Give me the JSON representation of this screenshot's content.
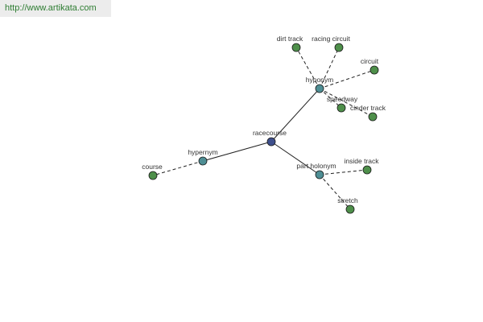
{
  "watermark": "http://www.artikata.com",
  "colors": {
    "center": "#3e4f8c",
    "relation": "#4e8e94",
    "leaf": "#4e8f4a"
  },
  "graph": {
    "center": {
      "label": "racecourse"
    },
    "relations": [
      {
        "label": "hyponym",
        "children": [
          "dirt track",
          "racing circuit",
          "circuit",
          "speedway",
          "cinder track"
        ]
      },
      {
        "label": "hypernym",
        "children": [
          "course"
        ]
      },
      {
        "label": "part holonym",
        "children": [
          "inside track",
          "stretch"
        ]
      }
    ]
  }
}
